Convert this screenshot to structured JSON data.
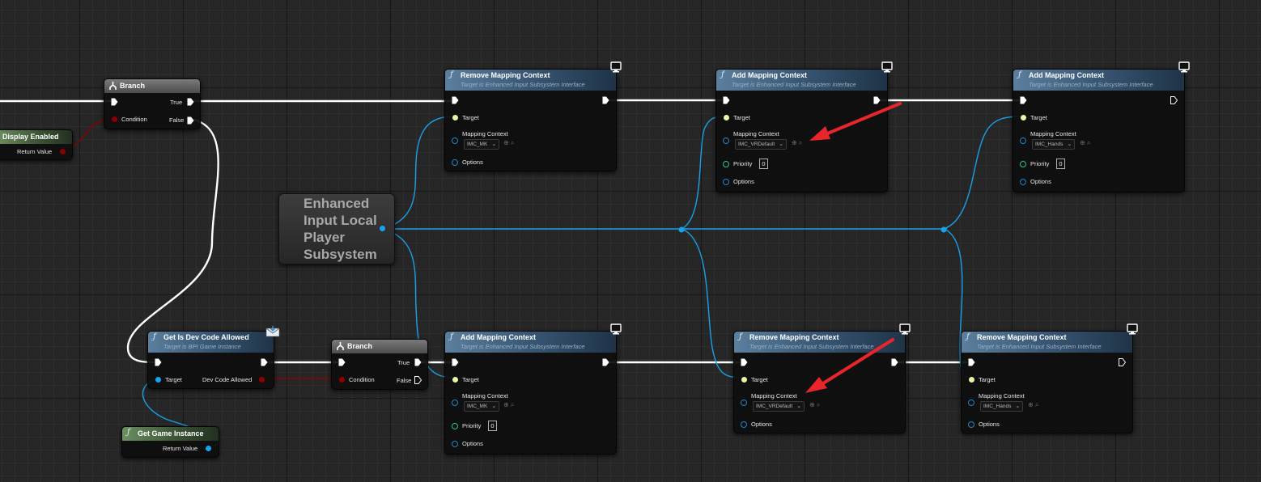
{
  "editor": "Blueprint Event Graph",
  "colors": {
    "exec_wire": "#ffffff",
    "object_wire": "#1aa0e8",
    "bool_wire": "#8c0000",
    "function_header": "#4d6e8c",
    "pure_header": "#4e6b45",
    "branch_header": "#5a5a5a",
    "annotation_arrow": "#e8252a"
  },
  "nodes": {
    "display_enabled": {
      "title": "Display Enabled",
      "return_label": "Return Value"
    },
    "branch_top": {
      "title": "Branch",
      "true_label": "True",
      "false_label": "False",
      "condition_label": "Condition"
    },
    "remove_mc_1": {
      "title": "Remove Mapping Context",
      "subtitle": "Target is Enhanced Input Subsystem Interface",
      "target_label": "Target",
      "mapping_label": "Mapping Context",
      "mapping_value": "IMC_MK",
      "options_label": "Options"
    },
    "add_mc_1": {
      "title": "Add Mapping Context",
      "subtitle": "Target is Enhanced Input Subsystem Interface",
      "target_label": "Target",
      "mapping_label": "Mapping Context",
      "mapping_value": "IMC_VRDefault",
      "priority_label": "Priority",
      "priority_value": "0",
      "options_label": "Options"
    },
    "add_mc_2": {
      "title": "Add Mapping Context",
      "subtitle": "Target is Enhanced Input Subsystem Interface",
      "target_label": "Target",
      "mapping_label": "Mapping Context",
      "mapping_value": "IMC_Hands",
      "priority_label": "Priority",
      "priority_value": "0",
      "options_label": "Options"
    },
    "enhanced_input": {
      "title": "Enhanced\nInput Local\nPlayer\nSubsystem"
    },
    "get_dev_code": {
      "title": "Get Is Dev Code Allowed",
      "subtitle": "Target is BPI Game Instance",
      "target_label": "Target",
      "output_label": "Dev Code Allowed"
    },
    "branch_bottom": {
      "title": "Branch",
      "true_label": "True",
      "false_label": "False",
      "condition_label": "Condition"
    },
    "add_mc_3": {
      "title": "Add Mapping Context",
      "subtitle": "Target is Enhanced Input Subsystem Interface",
      "target_label": "Target",
      "mapping_label": "Mapping Context",
      "mapping_value": "IMC_MK",
      "priority_label": "Priority",
      "priority_value": "0",
      "options_label": "Options"
    },
    "remove_mc_2": {
      "title": "Remove Mapping Context",
      "subtitle": "Target is Enhanced Input Subsystem Interface",
      "target_label": "Target",
      "mapping_label": "Mapping Context",
      "mapping_value": "IMC_VRDefault",
      "options_label": "Options"
    },
    "remove_mc_3": {
      "title": "Remove Mapping Context",
      "subtitle": "Target is Enhanced Input Subsystem Interface",
      "target_label": "Target",
      "mapping_label": "Mapping Context",
      "mapping_value": "IMC_Hands",
      "options_label": "Options"
    },
    "get_game_instance": {
      "title": "Get Game Instance",
      "return_label": "Return Value"
    }
  },
  "icons": {
    "function": "function-icon",
    "branch": "branch-icon",
    "monitor": "monitor-icon",
    "message": "envelope-icon"
  }
}
